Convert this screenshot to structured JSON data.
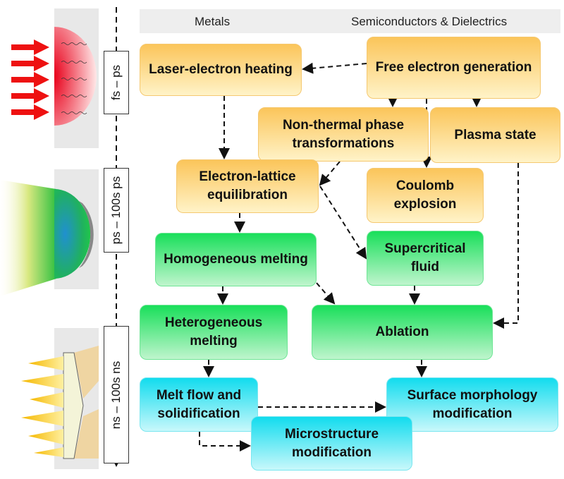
{
  "header": {
    "left": "Metals",
    "right": "Semiconductors & Dielectrics"
  },
  "timeline": [
    "fs – ps",
    "ps – 100s ps",
    "ns – 100s ns"
  ],
  "boxes": {
    "laser_electron": "Laser-electron heating",
    "free_electron": "Free electron generation",
    "non_thermal": "Non-thermal phase transformations",
    "plasma": "Plasma state",
    "electron_lattice": "Electron-lattice equilibration",
    "coulomb": "Coulomb explosion",
    "homogeneous": "Homogeneous melting",
    "supercritical": "Supercritical fluid",
    "heterogeneous": "Heterogeneous melting",
    "ablation": "Ablation",
    "melt_flow": "Melt flow and solidification",
    "surface": "Surface morphology modification",
    "microstructure": "Microstructure modification"
  },
  "colors": {
    "orange": "#fbc55a",
    "green": "#19df5a",
    "cyan": "#12dcee",
    "laser": "#ee1111"
  }
}
